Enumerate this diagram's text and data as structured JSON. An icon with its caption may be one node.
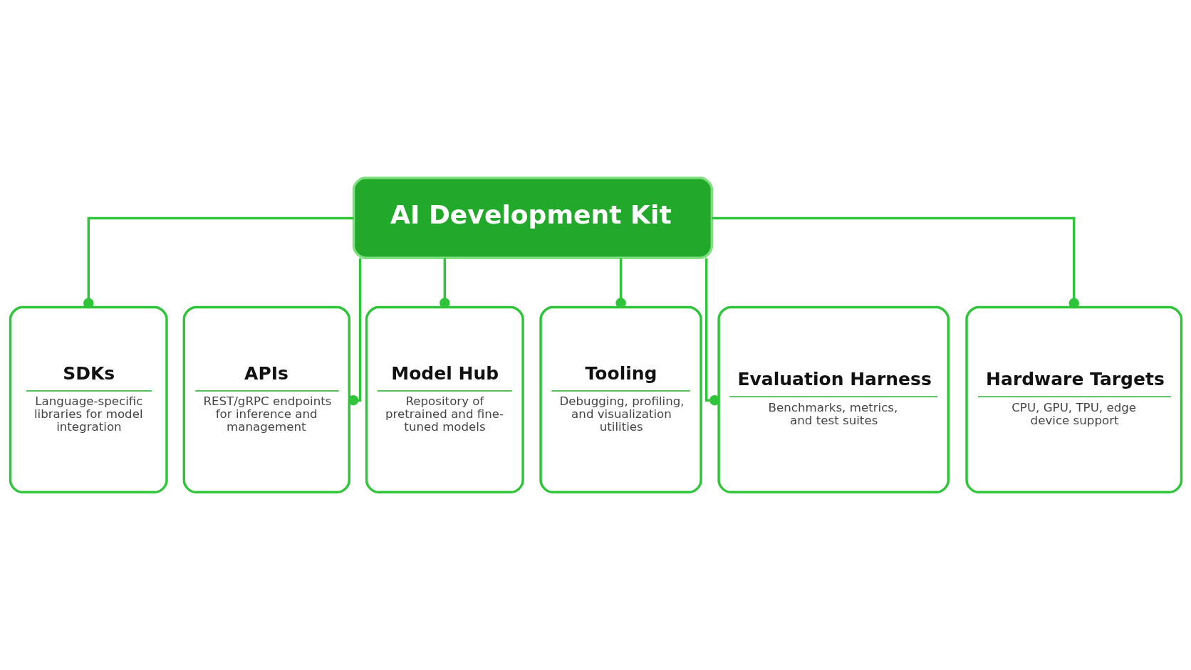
{
  "diagram": {
    "nodes": [
      {
        "text": [
          "AI Development Kit"
        ]
      },
      {
        "text": [
          "SDKs",
          "Language-specific libraries for model integration"
        ]
      },
      {
        "text": [
          "APIs",
          "REST/gRPC endpoints for inference and management"
        ]
      },
      {
        "text": [
          "Model Hub",
          "Repository of pretrained and fine-tuned models"
        ]
      },
      {
        "text": [
          "Tooling",
          "Debugging, profiling, and visualization utilities"
        ]
      },
      {
        "text": [
          "Evaluation Harness",
          "Benchmarks, metrics, and test suites"
        ]
      },
      {
        "text": [
          "Hardware Targets",
          "CPU, GPU, TPU, edge device support"
        ]
      }
    ],
    "edges": [
      {
        "from": 0,
        "to": 1,
        "arrow": "other"
      },
      {
        "from": 0,
        "to": 2,
        "arrow": "other"
      },
      {
        "from": 0,
        "to": 3,
        "arrow": "other"
      },
      {
        "from": 0,
        "to": 4,
        "arrow": "other"
      },
      {
        "from": 0,
        "to": 5,
        "arrow": "other"
      },
      {
        "from": 0,
        "to": 6,
        "arrow": "other"
      }
    ]
  }
}
